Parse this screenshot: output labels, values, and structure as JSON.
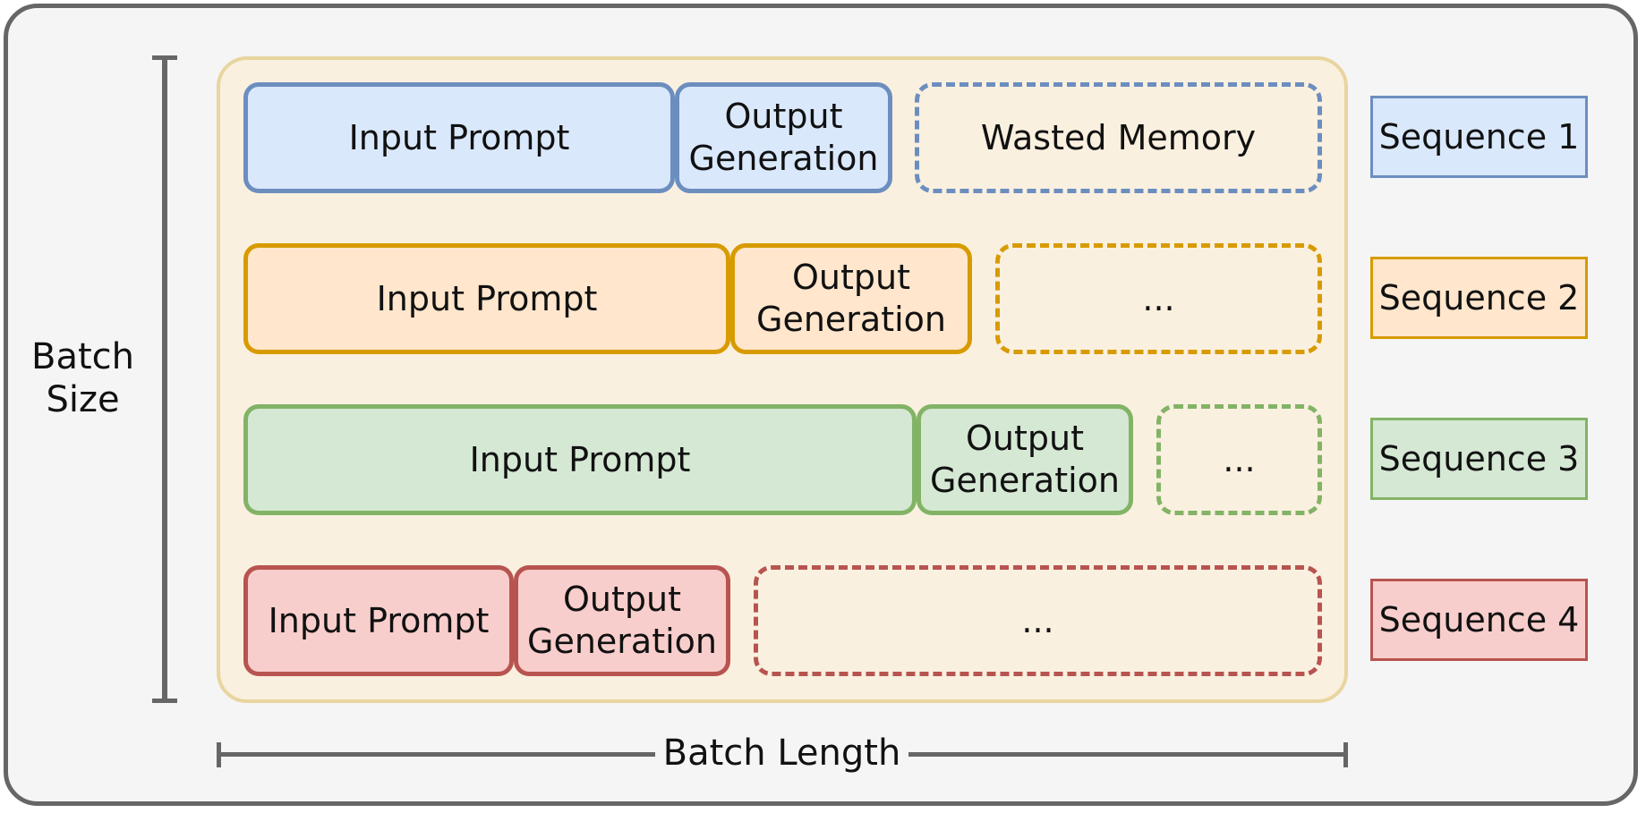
{
  "axes": {
    "vertical_label_line1": "Batch",
    "vertical_label_line2": "Size",
    "horizontal_label": "Batch Length"
  },
  "sequences": [
    {
      "color": "blue",
      "input": "Input Prompt",
      "output_line1": "Output",
      "output_line2": "Generation",
      "waste": "Wasted Memory",
      "legend": "Sequence 1"
    },
    {
      "color": "orange",
      "input": "Input Prompt",
      "output_line1": "Output",
      "output_line2": "Generation",
      "waste": "...",
      "legend": "Sequence 2"
    },
    {
      "color": "green",
      "input": "Input Prompt",
      "output_line1": "Output",
      "output_line2": "Generation",
      "waste": "...",
      "legend": "Sequence 3"
    },
    {
      "color": "red",
      "input": "Input Prompt",
      "output_line1": "Output",
      "output_line2": "Generation",
      "waste": "...",
      "legend": "Sequence 4"
    }
  ],
  "colors": {
    "blue_fill": "#dae8fc",
    "blue_stroke": "#6c8ebf",
    "orange_fill": "#ffe6cc",
    "orange_stroke": "#d79b00",
    "green_fill": "#d5e8d4",
    "green_stroke": "#82b366",
    "red_fill": "#f8cecc",
    "red_stroke": "#b85450",
    "batch_fill": "#faf0df",
    "batch_stroke": "#e8d59f"
  }
}
